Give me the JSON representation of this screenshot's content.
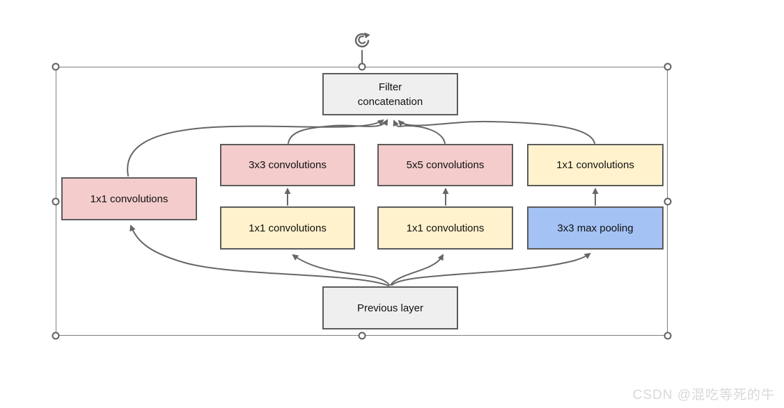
{
  "app": {
    "canvas_background": "#ffffff",
    "selection": {
      "visible": true,
      "handles": [
        "top-left",
        "top-center",
        "top-right",
        "middle-left",
        "middle-right",
        "bottom-left",
        "bottom-center",
        "bottom-right"
      ],
      "rotate_handle": "rotate-clockwise-icon"
    }
  },
  "diagram": {
    "type": "inception-module-flowchart",
    "nodes": [
      {
        "id": "filter-concatenation",
        "label": "Filter\nconcatenation",
        "fill": "#efefef"
      },
      {
        "id": "conv-3x3",
        "label": "3x3 convolutions",
        "fill": "#f4cccc"
      },
      {
        "id": "conv-5x5",
        "label": "5x5 convolutions",
        "fill": "#f4cccc"
      },
      {
        "id": "conv-1x1-top-right",
        "label": "1x1 convolutions",
        "fill": "#fff2cc"
      },
      {
        "id": "conv-1x1-left",
        "label": "1x1 convolutions",
        "fill": "#f4cccc"
      },
      {
        "id": "conv-1x1-bottom-left",
        "label": "1x1 convolutions",
        "fill": "#fff2cc"
      },
      {
        "id": "conv-1x1-bottom-mid",
        "label": "1x1 convolutions",
        "fill": "#fff2cc"
      },
      {
        "id": "max-pool-3x3",
        "label": "3x3 max pooling",
        "fill": "#a4c2f4"
      },
      {
        "id": "previous-layer",
        "label": "Previous layer",
        "fill": "#efefef"
      }
    ],
    "edges": [
      {
        "from": "previous-layer",
        "to": "conv-1x1-left"
      },
      {
        "from": "previous-layer",
        "to": "conv-1x1-bottom-left"
      },
      {
        "from": "previous-layer",
        "to": "conv-1x1-bottom-mid"
      },
      {
        "from": "previous-layer",
        "to": "max-pool-3x3"
      },
      {
        "from": "conv-1x1-bottom-left",
        "to": "conv-3x3"
      },
      {
        "from": "conv-1x1-bottom-mid",
        "to": "conv-5x5"
      },
      {
        "from": "max-pool-3x3",
        "to": "conv-1x1-top-right"
      },
      {
        "from": "conv-1x1-left",
        "to": "filter-concatenation"
      },
      {
        "from": "conv-3x3",
        "to": "filter-concatenation"
      },
      {
        "from": "conv-5x5",
        "to": "filter-concatenation"
      },
      {
        "from": "conv-1x1-top-right",
        "to": "filter-concatenation"
      }
    ],
    "colors": {
      "node_border": "#5b5b5b",
      "connector": "#666666",
      "pink": "#f4cccc",
      "yellow": "#fff2cc",
      "blue": "#a4c2f4",
      "gray": "#efefef",
      "selection": "#7d7d7d"
    }
  },
  "watermark": {
    "text": "CSDN @混吃等死的牛",
    "color": "#d8d8d8"
  }
}
